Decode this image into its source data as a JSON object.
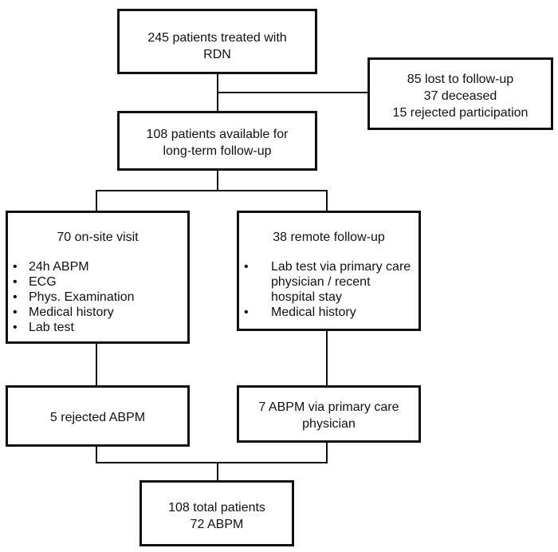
{
  "top": {
    "line1": "245 patients treated with",
    "line2": "RDN"
  },
  "excluded": {
    "line1": "85 lost to follow-up",
    "line2": "37 deceased",
    "line3": "15 rejected participation"
  },
  "available": {
    "line1": "108 patients available for",
    "line2": "long-term follow-up"
  },
  "onsite": {
    "title": "70 on-site visit",
    "items": [
      "24h ABPM",
      "ECG",
      "Phys. Examination",
      "Medical history",
      "Lab test"
    ]
  },
  "remote": {
    "title": "38 remote follow-up",
    "items": [
      {
        "line1": "Lab test via primary care",
        "line2": "physician / recent",
        "line3": "hospital stay"
      },
      {
        "line1": "Medical history"
      }
    ]
  },
  "rejected": {
    "label": "5 rejected ABPM"
  },
  "abpm_primary": {
    "line1": "7 ABPM via primary care",
    "line2": "physician"
  },
  "total": {
    "line1": "108 total patients",
    "line2": "72 ABPM"
  }
}
